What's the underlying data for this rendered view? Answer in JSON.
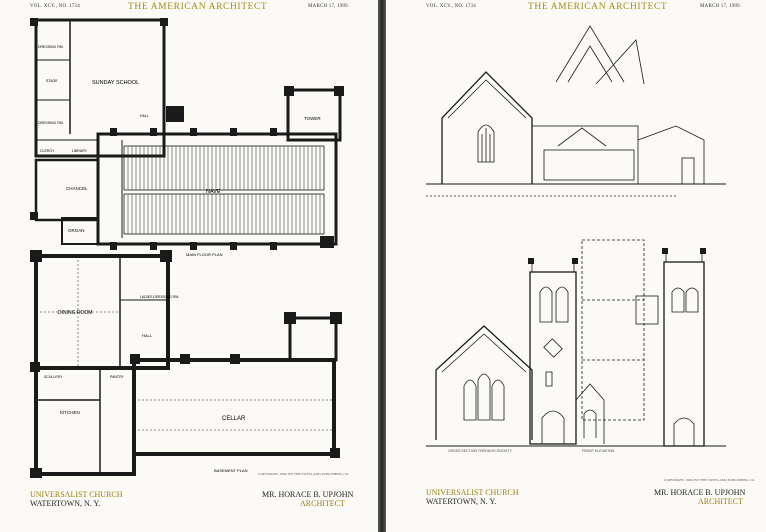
{
  "header": {
    "volume": "VOL. XCV., NO. 1734",
    "journal": "THE AMERICAN ARCHITECT",
    "date": "MARCH 17, 1909"
  },
  "left_plan": {
    "rooms": {
      "sunday_school": "SUNDAY SCHOOL",
      "dressing_rm": "DRESSING RM.",
      "stage": "STAGE",
      "dressing_rm_2": "DRESSING RM.",
      "clergy": "CLERGY",
      "library": "LIBRARY",
      "hall": "HALL",
      "tower": "TOWER",
      "chancel": "CHANCEL",
      "nave": "NAVE",
      "organ": "ORGAN",
      "dining_room": "DINING ROOM",
      "ladies_dressing_rm": "LADIES DRESSING RM.",
      "hall_basement": "HALL",
      "scullery": "SCULLERY",
      "pantry": "PANTRY",
      "kitchen": "KITCHEN",
      "cellar": "CELLAR"
    },
    "captions": {
      "main_floor": "MAIN FLOOR PLAN",
      "basement": "BASEMENT PLAN"
    },
    "copyright": "COPYRIGHT, 1909, BY THE SWETLAND PUBLISHING CO."
  },
  "right_plates": {
    "copyright": "COPYRIGHT, 1909, BY THE SWETLAND PUBLISHING CO.",
    "labels": {
      "cross_section": "CROSS SECTION THROUGH SOCIETY",
      "front_elevation": "FRONT ELEVATION"
    }
  },
  "footer": {
    "church_line1": "UNIVERSALIST CHURCH",
    "church_line2": "WATERTOWN, N. Y.",
    "architect_name": "MR. HORACE B. UPJOHN",
    "architect_role": "ARCHITECT"
  },
  "colors": {
    "title_gold": "#a58a14",
    "ink": "#1a1a1a",
    "paper": "#fbfaf6"
  }
}
